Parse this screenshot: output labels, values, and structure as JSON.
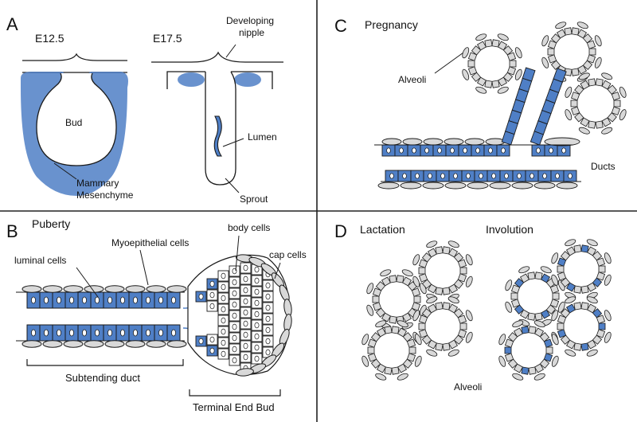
{
  "colors": {
    "blue": "#4f7fc6",
    "light_blue": "#7ea3de",
    "gray": "#d9d9d9",
    "stroke": "#1a1a1a"
  },
  "panel_a": {
    "letter": "A",
    "stage_1": "E12.5",
    "stage_2": "E17.5",
    "bud": "Bud",
    "mesenchyme_1": "Mammary",
    "mesenchyme_2": "Mesenchyme",
    "nipple_1": "Developing",
    "nipple_2": "nipple",
    "lumen": "Lumen",
    "sprout": "Sprout"
  },
  "panel_b": {
    "letter": "B",
    "title": "Puberty",
    "luminal": "luminal cells",
    "myoepithelial": "Myoepithelial cells",
    "body_cells": "body cells",
    "cap_cells": "cap cells",
    "subtending": "Subtending duct",
    "teb": "Terminal End Bud"
  },
  "panel_c": {
    "letter": "C",
    "title": "Pregnancy",
    "alveoli": "Alveoli",
    "ducts": "Ducts"
  },
  "panel_d": {
    "letter": "D",
    "lactation": "Lactation",
    "involution": "Involution",
    "alveoli": "Alveoli"
  }
}
